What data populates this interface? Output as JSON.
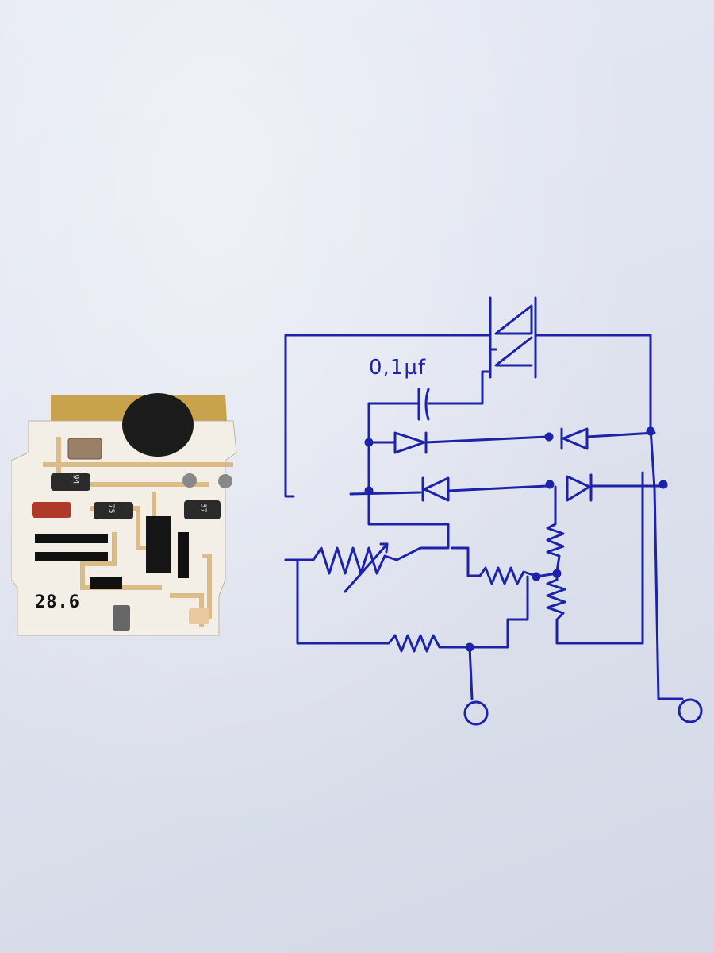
{
  "photo": {
    "board_marking": "28.6",
    "component_code_a": "94",
    "component_code_b": "75",
    "component_code_c": "37"
  },
  "schematic": {
    "capacitor_label": "0,1µf",
    "ink_color": "#1c23a8"
  }
}
